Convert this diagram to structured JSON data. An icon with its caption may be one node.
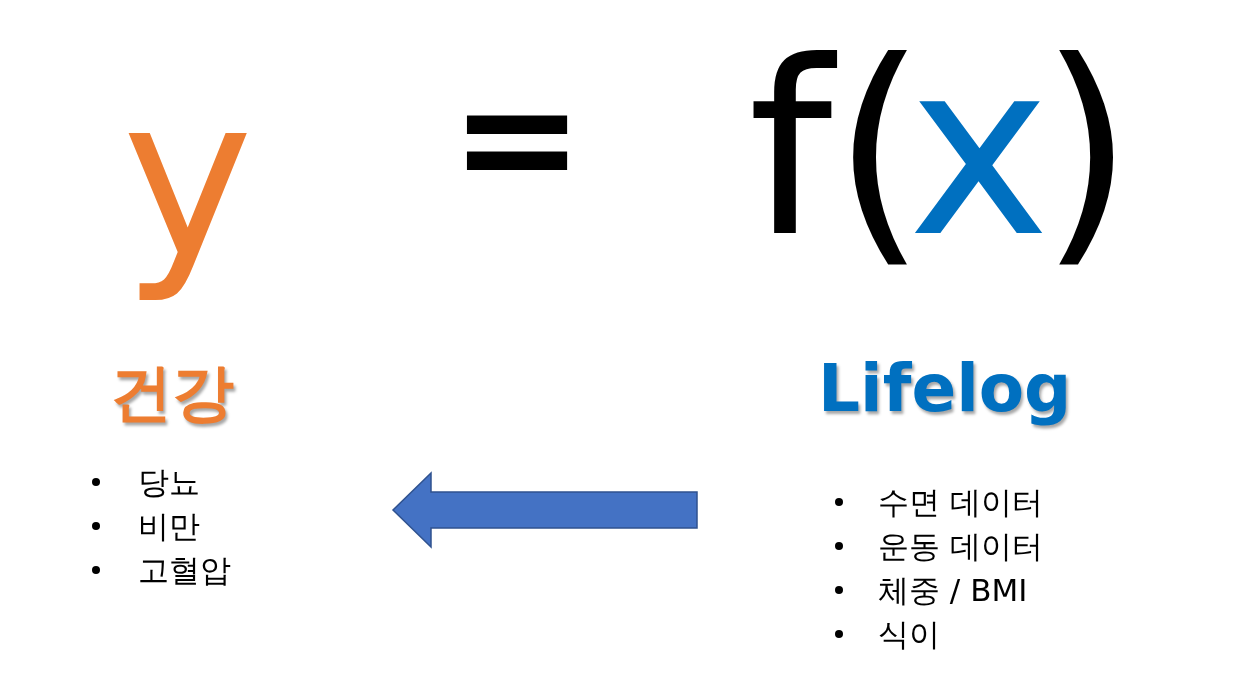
{
  "diagram": {
    "nodes": [
      {
        "text": [
          "당뇨",
          "비만",
          "고혈압"
        ],
        "beside": [
          "건강"
        ]
      },
      {
        "text": [
          "수면 데이터",
          "운동 데이터",
          "체중 / BMI",
          "식이"
        ],
        "beside": [
          "Lifelog"
        ]
      }
    ],
    "edges": [
      {
        "from": 1,
        "to": 0,
        "arrow": "to"
      }
    ],
    "labels": [
      "y",
      "=",
      "f(",
      "x",
      ")"
    ]
  }
}
